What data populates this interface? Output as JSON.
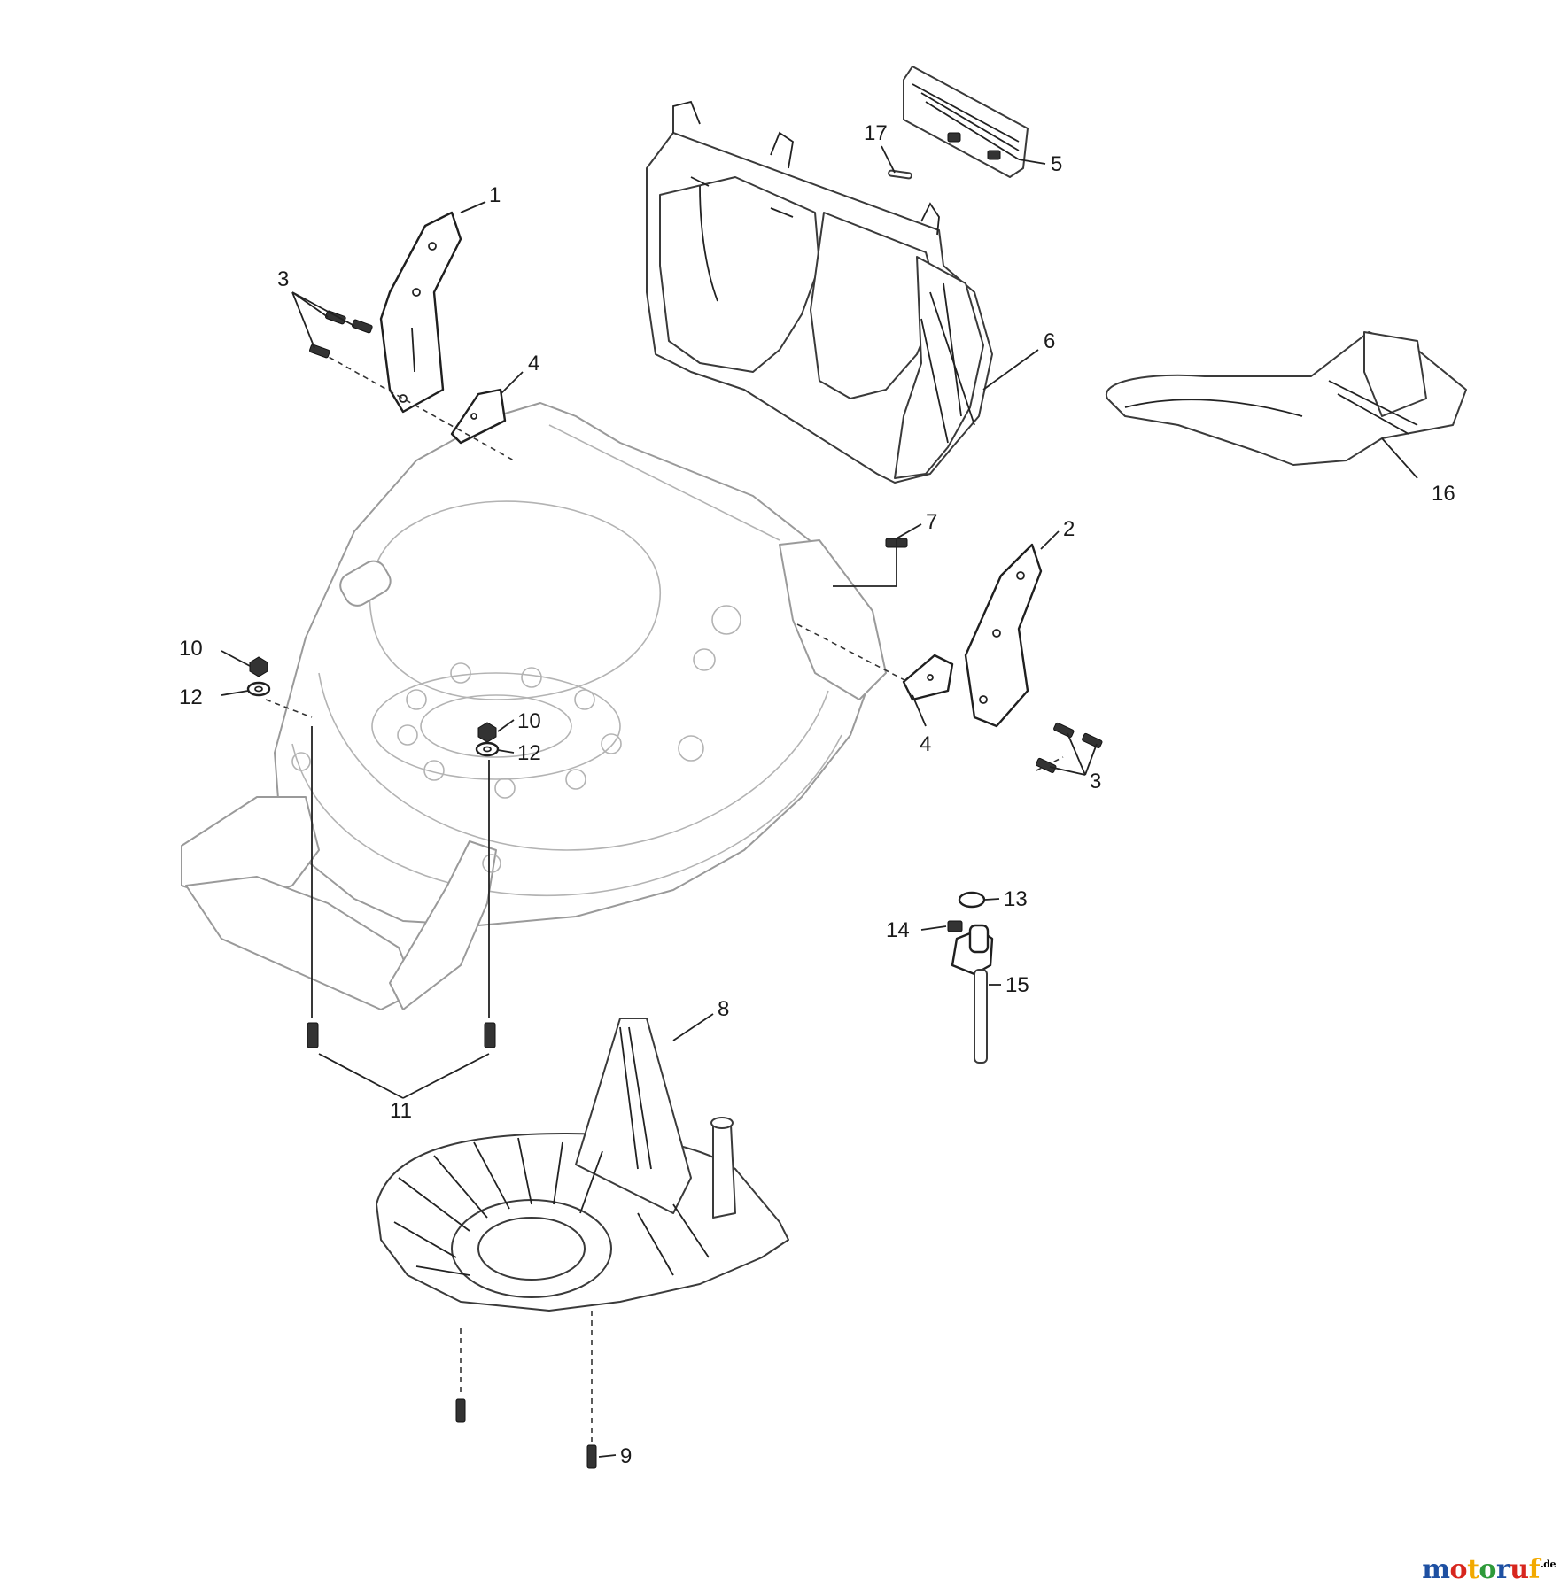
{
  "callouts": {
    "c1": "1",
    "c2": "2",
    "c3a": "3",
    "c3b": "3",
    "c4a": "4",
    "c4b": "4",
    "c5": "5",
    "c6": "6",
    "c7": "7",
    "c8": "8",
    "c9": "9",
    "c10a": "10",
    "c10b": "10",
    "c11": "11",
    "c12a": "12",
    "c12b": "12",
    "c13": "13",
    "c14": "14",
    "c15": "15",
    "c16": "16",
    "c17": "17"
  },
  "logo": {
    "name": "motoruf",
    "domain": ".de",
    "colors": [
      "#1e50a2",
      "#d7261e",
      "#f2a900",
      "#2e9a3a",
      "#1e50a2",
      "#d7261e",
      "#f2a900"
    ]
  }
}
